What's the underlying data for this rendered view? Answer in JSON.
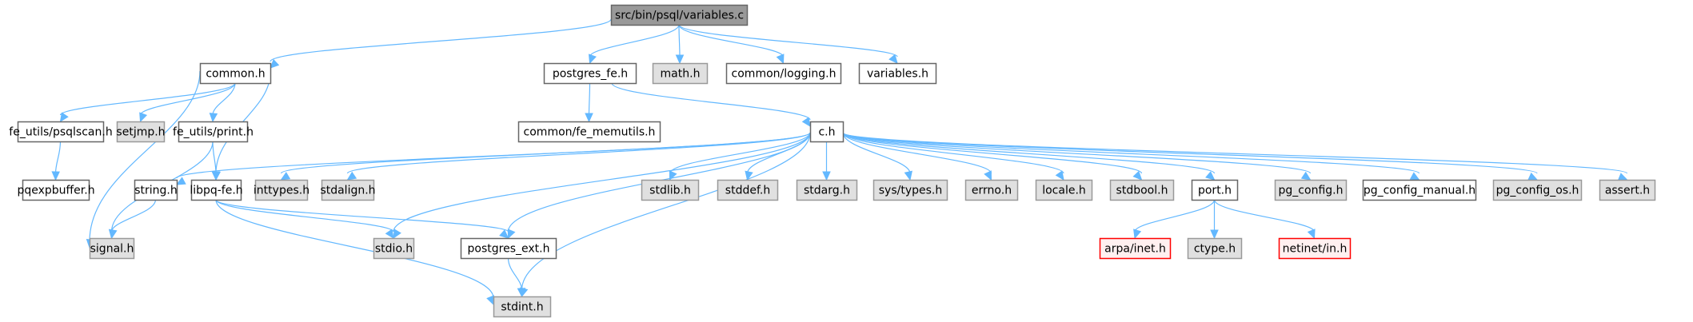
{
  "title": "src/bin/psql/variables.c",
  "colors": {
    "root_fill": "#999999",
    "root_stroke": "#666666",
    "documented_fill": "#ffffff",
    "documented_stroke": "#666666",
    "system_fill": "#e0e0e0",
    "system_stroke": "#999999",
    "missing_fill": "#fff0f0",
    "missing_stroke": "#ff0000",
    "edge": "#63b8ff"
  },
  "nodes": [
    {
      "id": "root",
      "label": "src/bin/psql/variables.c",
      "kind": "root"
    },
    {
      "id": "common_h",
      "label": "common.h",
      "kind": "documented"
    },
    {
      "id": "postgres_fe_h",
      "label": "postgres_fe.h",
      "kind": "documented"
    },
    {
      "id": "math_h",
      "label": "math.h",
      "kind": "system"
    },
    {
      "id": "common_logging_h",
      "label": "common/logging.h",
      "kind": "documented"
    },
    {
      "id": "variables_h",
      "label": "variables.h",
      "kind": "documented"
    },
    {
      "id": "fe_utils_psqlscan_h",
      "label": "fe_utils/psqlscan.h",
      "kind": "documented"
    },
    {
      "id": "setjmp_h",
      "label": "setjmp.h",
      "kind": "system"
    },
    {
      "id": "fe_utils_print_h",
      "label": "fe_utils/print.h",
      "kind": "documented"
    },
    {
      "id": "common_fe_memutils_h",
      "label": "common/fe_memutils.h",
      "kind": "documented"
    },
    {
      "id": "c_h",
      "label": "c.h",
      "kind": "documented"
    },
    {
      "id": "pqexpbuffer_h",
      "label": "pqexpbuffer.h",
      "kind": "documented"
    },
    {
      "id": "string_h",
      "label": "string.h",
      "kind": "documented"
    },
    {
      "id": "libpq_fe_h",
      "label": "libpq-fe.h",
      "kind": "documented"
    },
    {
      "id": "inttypes_h",
      "label": "inttypes.h",
      "kind": "system"
    },
    {
      "id": "stdalign_h",
      "label": "stdalign.h",
      "kind": "system"
    },
    {
      "id": "stdlib_h",
      "label": "stdlib.h",
      "kind": "system"
    },
    {
      "id": "stddef_h",
      "label": "stddef.h",
      "kind": "system"
    },
    {
      "id": "stdarg_h",
      "label": "stdarg.h",
      "kind": "system"
    },
    {
      "id": "sys_types_h",
      "label": "sys/types.h",
      "kind": "system"
    },
    {
      "id": "errno_h",
      "label": "errno.h",
      "kind": "system"
    },
    {
      "id": "locale_h",
      "label": "locale.h",
      "kind": "system"
    },
    {
      "id": "stdbool_h",
      "label": "stdbool.h",
      "kind": "system"
    },
    {
      "id": "port_h",
      "label": "port.h",
      "kind": "documented"
    },
    {
      "id": "pg_config_h",
      "label": "pg_config.h",
      "kind": "system"
    },
    {
      "id": "pg_config_manual_h",
      "label": "pg_config_manual.h",
      "kind": "documented"
    },
    {
      "id": "pg_config_os_h",
      "label": "pg_config_os.h",
      "kind": "system"
    },
    {
      "id": "assert_h",
      "label": "assert.h",
      "kind": "system"
    },
    {
      "id": "signal_h",
      "label": "signal.h",
      "kind": "system"
    },
    {
      "id": "stdio_h",
      "label": "stdio.h",
      "kind": "system"
    },
    {
      "id": "postgres_ext_h",
      "label": "postgres_ext.h",
      "kind": "documented"
    },
    {
      "id": "arpa_inet_h",
      "label": "arpa/inet.h",
      "kind": "missing"
    },
    {
      "id": "ctype_h",
      "label": "ctype.h",
      "kind": "system"
    },
    {
      "id": "netinet_in_h",
      "label": "netinet/in.h",
      "kind": "missing"
    },
    {
      "id": "stdint_h",
      "label": "stdint.h",
      "kind": "system"
    }
  ],
  "edges": [
    [
      "root",
      "common_h"
    ],
    [
      "root",
      "postgres_fe_h"
    ],
    [
      "root",
      "math_h"
    ],
    [
      "root",
      "common_logging_h"
    ],
    [
      "root",
      "variables_h"
    ],
    [
      "common_h",
      "fe_utils_psqlscan_h"
    ],
    [
      "common_h",
      "setjmp_h"
    ],
    [
      "common_h",
      "fe_utils_print_h"
    ],
    [
      "common_h",
      "libpq_fe_h"
    ],
    [
      "common_h",
      "signal_h"
    ],
    [
      "postgres_fe_h",
      "common_fe_memutils_h"
    ],
    [
      "postgres_fe_h",
      "c_h"
    ],
    [
      "fe_utils_psqlscan_h",
      "pqexpbuffer_h"
    ],
    [
      "fe_utils_print_h",
      "libpq_fe_h"
    ],
    [
      "fe_utils_print_h",
      "signal_h"
    ],
    [
      "string_h",
      "signal_h"
    ],
    [
      "libpq_fe_h",
      "stdio_h"
    ],
    [
      "libpq_fe_h",
      "postgres_ext_h"
    ],
    [
      "libpq_fe_h",
      "stdint_h"
    ],
    [
      "postgres_ext_h",
      "stdint_h"
    ],
    [
      "c_h",
      "string_h"
    ],
    [
      "c_h",
      "inttypes_h"
    ],
    [
      "c_h",
      "stdalign_h"
    ],
    [
      "c_h",
      "stdio_h"
    ],
    [
      "c_h",
      "postgres_ext_h"
    ],
    [
      "c_h",
      "stdint_h"
    ],
    [
      "c_h",
      "stdlib_h"
    ],
    [
      "c_h",
      "stddef_h"
    ],
    [
      "c_h",
      "stdarg_h"
    ],
    [
      "c_h",
      "sys_types_h"
    ],
    [
      "c_h",
      "errno_h"
    ],
    [
      "c_h",
      "locale_h"
    ],
    [
      "c_h",
      "stdbool_h"
    ],
    [
      "c_h",
      "port_h"
    ],
    [
      "c_h",
      "pg_config_h"
    ],
    [
      "c_h",
      "pg_config_manual_h"
    ],
    [
      "c_h",
      "pg_config_os_h"
    ],
    [
      "c_h",
      "assert_h"
    ],
    [
      "port_h",
      "arpa_inet_h"
    ],
    [
      "port_h",
      "ctype_h"
    ],
    [
      "port_h",
      "netinet_in_h"
    ]
  ]
}
